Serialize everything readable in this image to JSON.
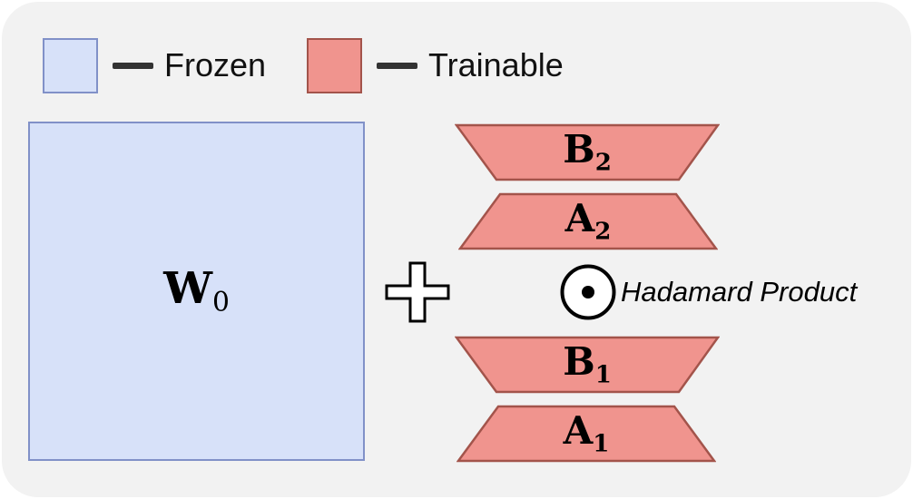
{
  "colors": {
    "panel_bg": "#f2f2f2",
    "page_bg": "#ffffff",
    "frozen_fill": "#d7e1f9",
    "frozen_border": "#8191c8",
    "trainable_fill": "#f0948e",
    "trainable_border": "#a3544b",
    "dash_color": "#333333",
    "text_color": "#111111"
  },
  "legend": {
    "frozen_label": "Frozen",
    "trainable_label": "Trainable"
  },
  "matrix_w": {
    "symbol": "W",
    "subscript": "0"
  },
  "plus_operator": "+",
  "adapters": [
    {
      "symbol": "B",
      "subscript": "2",
      "shape": "wide-top"
    },
    {
      "symbol": "A",
      "subscript": "2",
      "shape": "wide-bottom"
    },
    {
      "symbol": "B",
      "subscript": "1",
      "shape": "wide-top"
    },
    {
      "symbol": "A",
      "subscript": "1",
      "shape": "wide-bottom"
    }
  ],
  "hadamard": {
    "operator": "⊙",
    "label": "Hadamard Product"
  }
}
